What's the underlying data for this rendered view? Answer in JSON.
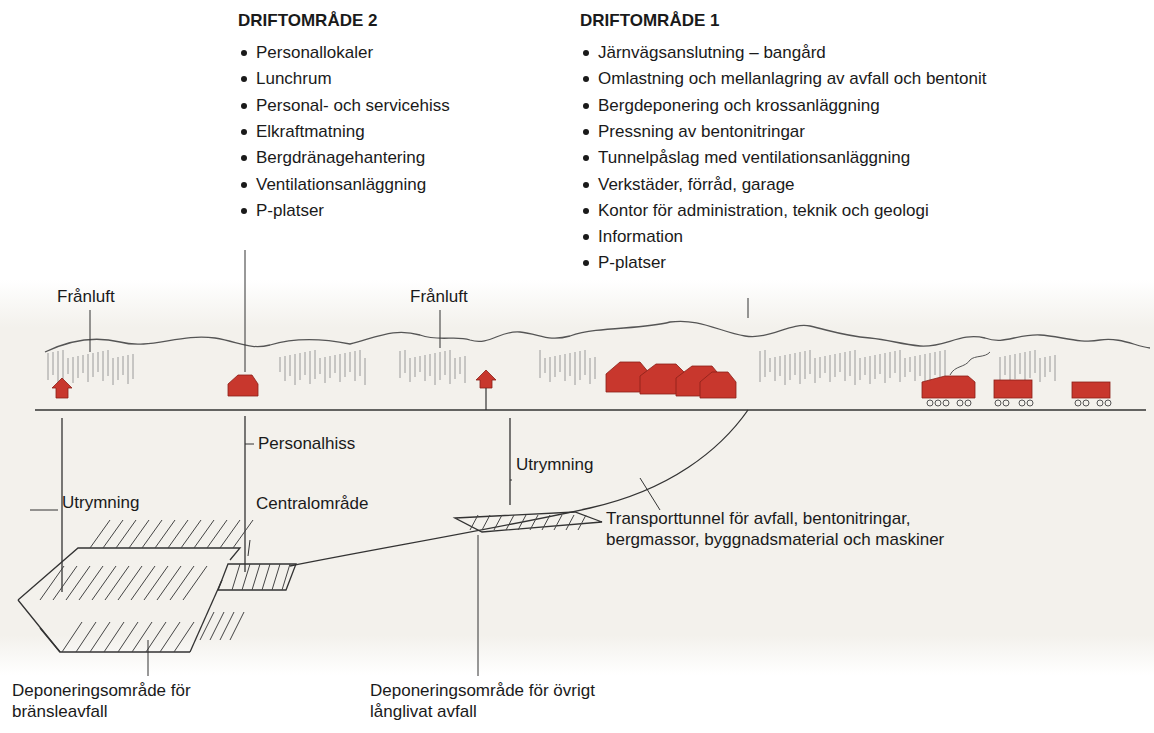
{
  "diagram": {
    "labels": [
      "DRIFTOMRÅDE 2",
      "Personallokaler",
      "Lunchrum",
      "Personal- och servicehiss",
      "Elkraftmatning",
      "Bergdränagehantering",
      "Ventilationsanläggning",
      "P-platser",
      "DRIFTOMRÅDE 1",
      "Järnvägsanslutning – bangård",
      "Omlastning och mellanlagring av avfall och bentonit",
      "Bergdeponering och krossanläggning",
      "Pressning av bentonitringar",
      "Tunnelpåslag med ventilationsanläggning",
      "Verkstäder, förråd, garage",
      "Kontor för administration, teknik och geologi",
      "Information",
      "P-platser",
      "Frånluft",
      "Frånluft",
      "Personalhiss",
      "Utrymning",
      "Centralområde",
      "Utrymning",
      "Transporttunnel för avfall, bentonitringar, bergmassor, byggnadsmaterial och maskiner",
      "Deponeringsområde för bränsleavfall",
      "Deponeringsområde för övrigt långlivat avfall"
    ]
  }
}
